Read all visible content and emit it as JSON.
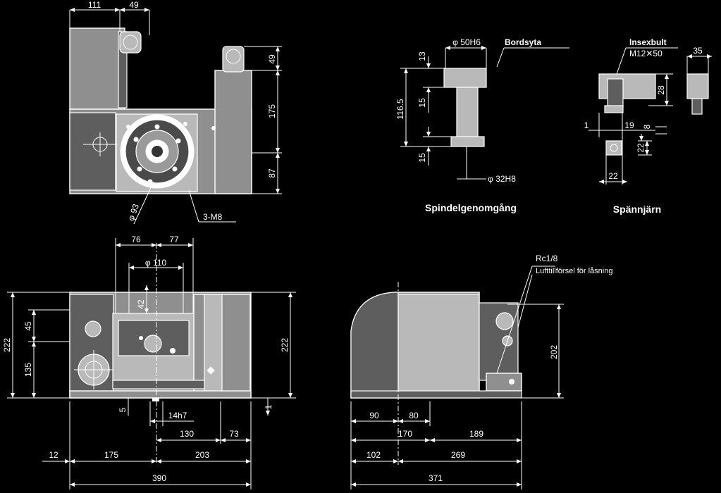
{
  "dims": {
    "top_111": "111",
    "top_49": "49",
    "right_49": "49",
    "right_175": "175",
    "right_87": "87",
    "dia_93": "φ 93",
    "thread_3m8": "3-M8",
    "front_76": "76",
    "front_77": "77",
    "dia_110": "φ 110",
    "h_42": "42",
    "h_45": "45",
    "h_135": "135",
    "h_222_left": "222",
    "h_222_right": "222",
    "h_5": "5",
    "h_1": "1",
    "w_14h7": "14h7",
    "w_130": "130",
    "w_73": "73",
    "w_12": "12",
    "w_175": "175",
    "w_203": "203",
    "w_390": "390",
    "side_202": "202",
    "side_90": "90",
    "side_80": "80",
    "side_170": "170",
    "side_189": "189",
    "side_102": "102",
    "side_269": "269",
    "side_371": "371",
    "spindle_50h6": "φ 50H6",
    "spindle_13": "13",
    "spindle_116_5": "116.5",
    "spindle_15a": "15",
    "spindle_15b": "15",
    "spindle_32h8": "φ 32H8",
    "clamp_35": "35",
    "clamp_28": "28",
    "clamp_1": "1",
    "clamp_19": "19",
    "clamp_8": "8",
    "clamp_22a": "22",
    "clamp_22b": "22"
  },
  "labels": {
    "bordsyta": "Bordsyta",
    "insexbult": "Insexbult",
    "m12x50": "M12✕50",
    "rc18": "Rc1/8",
    "luft": "Lufttillförsel för låsning",
    "spindel_caption": "Spindelgenomgång",
    "spann_caption": "Spännjärn"
  }
}
